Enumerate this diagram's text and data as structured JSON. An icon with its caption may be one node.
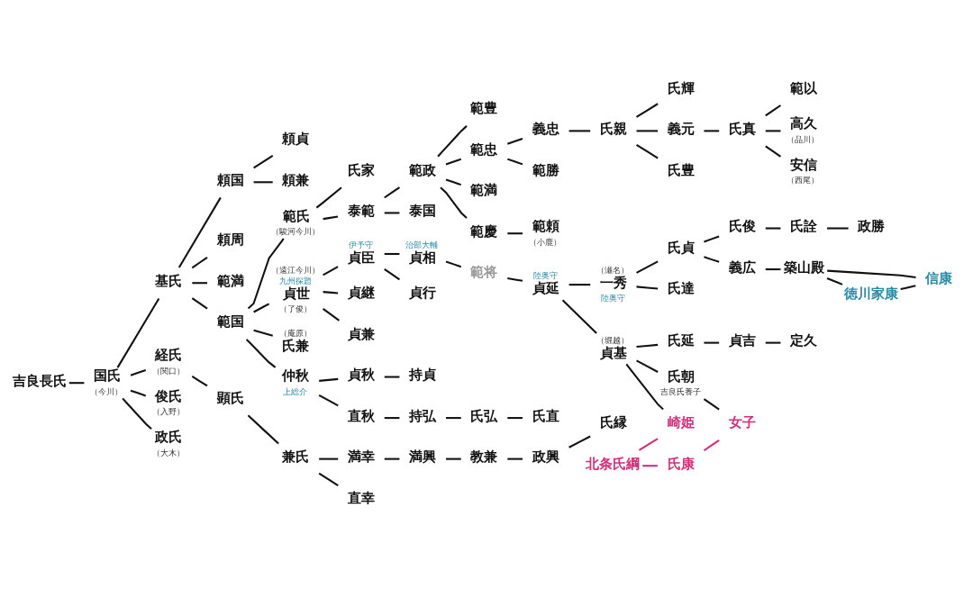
{
  "diagram": {
    "nodes": [
      {
        "text": [
          "吉良長氏"
        ]
      },
      {
        "text": [
          "国氏"
        ],
        "beside": [
          "（今川）"
        ]
      },
      {
        "text": [
          "基氏"
        ]
      },
      {
        "text": [
          "経氏"
        ],
        "beside": [
          "（関口）"
        ]
      },
      {
        "text": [
          "俊氏"
        ],
        "beside": [
          "（入野）"
        ]
      },
      {
        "text": [
          "政氏"
        ],
        "beside": [
          "（大木）"
        ]
      },
      {
        "text": [
          "頼国"
        ]
      },
      {
        "text": [
          "頼貞"
        ]
      },
      {
        "text": [
          "頼周"
        ]
      },
      {
        "text": [
          "頼兼"
        ]
      },
      {
        "text": [
          "範満"
        ]
      },
      {
        "text": [
          "範国"
        ]
      },
      {
        "text": [
          "範氏"
        ],
        "beside": [
          "（駿河今川）"
        ]
      },
      {
        "text": [
          "氏家"
        ]
      },
      {
        "text": [
          "泰範"
        ]
      },
      {
        "text": [
          "範政"
        ]
      },
      {
        "text": [
          "泰国"
        ]
      },
      {
        "text": [
          "範豊"
        ]
      },
      {
        "text": [
          "範忠"
        ]
      },
      {
        "text": [
          "範満"
        ]
      },
      {
        "text": [
          "範慶"
        ]
      },
      {
        "text": [
          "義忠"
        ]
      },
      {
        "text": [
          "範勝"
        ]
      },
      {
        "text": [
          "範頼"
        ],
        "beside": [
          "（小鹿）"
        ]
      },
      {
        "text": [
          "氏親"
        ]
      },
      {
        "text": [
          "氏輝"
        ]
      },
      {
        "text": [
          "義元"
        ]
      },
      {
        "text": [
          "氏豊"
        ]
      },
      {
        "text": [
          "氏真"
        ]
      },
      {
        "text": [
          "範以"
        ]
      },
      {
        "text": [
          "高久"
        ],
        "beside": [
          "（品川）"
        ]
      },
      {
        "text": [
          "安信"
        ],
        "beside": [
          "（西尾）"
        ]
      },
      {
        "text": [
          "貞世"
        ],
        "beside": [
          "（遠江今川）",
          "九州探題",
          "（了俊）"
        ]
      },
      {
        "text": [
          "氏兼"
        ],
        "beside": [
          "（庵原）"
        ]
      },
      {
        "text": [
          "仲秋"
        ],
        "beside": [
          "上総介"
        ]
      },
      {
        "text": [
          "貞臣"
        ],
        "beside": [
          "伊予守"
        ]
      },
      {
        "text": [
          "貞継"
        ]
      },
      {
        "text": [
          "貞兼"
        ]
      },
      {
        "text": [
          "貞相"
        ],
        "beside": [
          "治部大輔"
        ]
      },
      {
        "text": [
          "貞行"
        ]
      },
      {
        "text": [
          "範将"
        ]
      },
      {
        "text": [
          "貞延"
        ],
        "beside": [
          "陸奥守"
        ]
      },
      {
        "text": [
          "一秀"
        ],
        "beside": [
          "（瀬名）",
          "陸奥守"
        ]
      },
      {
        "text": [
          "貞基"
        ],
        "beside": [
          "（堀越）"
        ]
      },
      {
        "text": [
          "氏貞"
        ]
      },
      {
        "text": [
          "氏達"
        ]
      },
      {
        "text": [
          "氏俊"
        ]
      },
      {
        "text": [
          "氏詮"
        ]
      },
      {
        "text": [
          "政勝"
        ]
      },
      {
        "text": [
          "義広"
        ]
      },
      {
        "text": [
          "築山殿"
        ]
      },
      {
        "text": [
          "氏延"
        ]
      },
      {
        "text": [
          "貞吉"
        ]
      },
      {
        "text": [
          "定久"
        ]
      },
      {
        "text": [
          "氏朝"
        ],
        "beside": [
          "吉良氏養子"
        ]
      },
      {
        "text": [
          "崎姫"
        ]
      },
      {
        "text": [
          "北条氏綱"
        ]
      },
      {
        "text": [
          "氏康"
        ]
      },
      {
        "text": [
          "女子"
        ]
      },
      {
        "text": [
          "信康"
        ]
      },
      {
        "text": [
          "徳川家康"
        ]
      },
      {
        "text": [
          "貞秋"
        ]
      },
      {
        "text": [
          "持貞"
        ]
      },
      {
        "text": [
          "直秋"
        ]
      },
      {
        "text": [
          "持弘"
        ]
      },
      {
        "text": [
          "氏弘"
        ]
      },
      {
        "text": [
          "氏直"
        ]
      },
      {
        "text": [
          "顕氏"
        ]
      },
      {
        "text": [
          "兼氏"
        ]
      },
      {
        "text": [
          "満幸"
        ]
      },
      {
        "text": [
          "満興"
        ]
      },
      {
        "text": [
          "教兼"
        ]
      },
      {
        "text": [
          "政興"
        ]
      },
      {
        "text": [
          "氏縁"
        ]
      },
      {
        "text": [
          "直幸"
        ]
      }
    ],
    "edges": [
      {
        "from": 0,
        "to": 1,
        "arrow": "none"
      },
      {
        "from": 1,
        "to": 2,
        "arrow": "none"
      },
      {
        "from": 1,
        "to": 3,
        "arrow": "none"
      },
      {
        "from": 1,
        "to": 4,
        "arrow": "none"
      },
      {
        "from": 1,
        "to": 5,
        "arrow": "none"
      },
      {
        "from": 2,
        "to": 6,
        "arrow": "none"
      },
      {
        "from": 2,
        "to": 8,
        "arrow": "none"
      },
      {
        "from": 2,
        "to": 10,
        "arrow": "none"
      },
      {
        "from": 2,
        "to": 11,
        "arrow": "none"
      },
      {
        "from": 6,
        "to": 7,
        "arrow": "none"
      },
      {
        "from": 6,
        "to": 9,
        "arrow": "none"
      },
      {
        "from": 11,
        "to": 12,
        "arrow": "none"
      },
      {
        "from": 11,
        "to": 32,
        "arrow": "none"
      },
      {
        "from": 11,
        "to": 33,
        "arrow": "none"
      },
      {
        "from": 11,
        "to": 34,
        "arrow": "none"
      },
      {
        "from": 12,
        "to": 13,
        "arrow": "none"
      },
      {
        "from": 12,
        "to": 14,
        "arrow": "none"
      },
      {
        "from": 14,
        "to": 15,
        "arrow": "none"
      },
      {
        "from": 14,
        "to": 16,
        "arrow": "none"
      },
      {
        "from": 15,
        "to": 17,
        "arrow": "none"
      },
      {
        "from": 15,
        "to": 18,
        "arrow": "none"
      },
      {
        "from": 15,
        "to": 19,
        "arrow": "none"
      },
      {
        "from": 15,
        "to": 20,
        "arrow": "none"
      },
      {
        "from": 18,
        "to": 21,
        "arrow": "none"
      },
      {
        "from": 18,
        "to": 22,
        "arrow": "none"
      },
      {
        "from": 20,
        "to": 23,
        "arrow": "none"
      },
      {
        "from": 21,
        "to": 24,
        "arrow": "none"
      },
      {
        "from": 24,
        "to": 25,
        "arrow": "none"
      },
      {
        "from": 24,
        "to": 26,
        "arrow": "none"
      },
      {
        "from": 24,
        "to": 27,
        "arrow": "none"
      },
      {
        "from": 26,
        "to": 28,
        "arrow": "none"
      },
      {
        "from": 28,
        "to": 29,
        "arrow": "none"
      },
      {
        "from": 28,
        "to": 30,
        "arrow": "none"
      },
      {
        "from": 28,
        "to": 31,
        "arrow": "none"
      },
      {
        "from": 32,
        "to": 35,
        "arrow": "none"
      },
      {
        "from": 32,
        "to": 36,
        "arrow": "none"
      },
      {
        "from": 32,
        "to": 37,
        "arrow": "none"
      },
      {
        "from": 35,
        "to": 38,
        "arrow": "none"
      },
      {
        "from": 35,
        "to": 39,
        "arrow": "none"
      },
      {
        "from": 38,
        "to": 40,
        "arrow": "none"
      },
      {
        "from": 40,
        "to": 41,
        "arrow": "none"
      },
      {
        "from": 41,
        "to": 42,
        "arrow": "none"
      },
      {
        "from": 41,
        "to": 43,
        "arrow": "none"
      },
      {
        "from": 42,
        "to": 44,
        "arrow": "none"
      },
      {
        "from": 42,
        "to": 45,
        "arrow": "none"
      },
      {
        "from": 44,
        "to": 46,
        "arrow": "none"
      },
      {
        "from": 44,
        "to": 49,
        "arrow": "none"
      },
      {
        "from": 46,
        "to": 47,
        "arrow": "none"
      },
      {
        "from": 47,
        "to": 48,
        "arrow": "none"
      },
      {
        "from": 49,
        "to": 50,
        "arrow": "none"
      },
      {
        "from": 43,
        "to": 51,
        "arrow": "none"
      },
      {
        "from": 43,
        "to": 54,
        "arrow": "none"
      },
      {
        "from": 51,
        "to": 52,
        "arrow": "none"
      },
      {
        "from": 52,
        "to": 53,
        "arrow": "none"
      },
      {
        "from": 43,
        "to": 55,
        "arrow": "none"
      },
      {
        "from": 56,
        "to": 55,
        "arrow": "none",
        "color": "#d0307a"
      },
      {
        "from": 56,
        "to": 57,
        "arrow": "none",
        "color": "#d0307a"
      },
      {
        "from": 57,
        "to": 58,
        "arrow": "none",
        "color": "#d0307a"
      },
      {
        "from": 54,
        "to": 58,
        "arrow": "none"
      },
      {
        "from": 50,
        "to": 60,
        "arrow": "none"
      },
      {
        "from": 50,
        "to": 59,
        "arrow": "none"
      },
      {
        "from": 60,
        "to": 59,
        "arrow": "none"
      },
      {
        "from": 34,
        "to": 61,
        "arrow": "none"
      },
      {
        "from": 34,
        "to": 63,
        "arrow": "none"
      },
      {
        "from": 61,
        "to": 62,
        "arrow": "none"
      },
      {
        "from": 63,
        "to": 64,
        "arrow": "none"
      },
      {
        "from": 64,
        "to": 65,
        "arrow": "none"
      },
      {
        "from": 65,
        "to": 66,
        "arrow": "none"
      },
      {
        "from": 3,
        "to": 67,
        "arrow": "none"
      },
      {
        "from": 67,
        "to": 68,
        "arrow": "none"
      },
      {
        "from": 68,
        "to": 69,
        "arrow": "none"
      },
      {
        "from": 68,
        "to": 74,
        "arrow": "none"
      },
      {
        "from": 69,
        "to": 70,
        "arrow": "none"
      },
      {
        "from": 70,
        "to": 71,
        "arrow": "none"
      },
      {
        "from": 71,
        "to": 72,
        "arrow": "none"
      },
      {
        "from": 72,
        "to": 73,
        "arrow": "none"
      }
    ]
  }
}
